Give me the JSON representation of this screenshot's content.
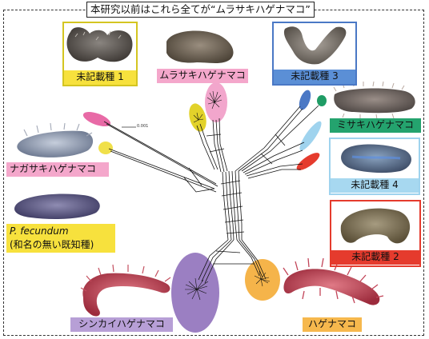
{
  "title": "本研究以前はこれら全てが“ムラサキハゲナマコ”",
  "scale_label": "0.001",
  "colors": {
    "undescribed1": "#d4c521",
    "murasaki": "#f3a3c9",
    "undescribed3": "#4a78c5",
    "misaki": "#22a06b",
    "undescribed4": "#9fd3ee",
    "undescribed2": "#e0352b",
    "nagasaki": "#e86aa6",
    "fecundum": "#f0e04a",
    "shinkai": "#9b7fc2",
    "hagenamako": "#f5b44a",
    "label_yellow": "#f7e13d",
    "label_pink": "#f4a7cb",
    "label_blue": "#5b8fd6",
    "label_green": "#24a36e",
    "label_lightblue": "#a7d8f0",
    "label_red": "#e53b2d",
    "label_purple": "#b79fd6",
    "label_orange": "#f6b84d"
  },
  "groups": [
    {
      "id": "undescribed-1",
      "label": "未記載種 1"
    },
    {
      "id": "murasaki",
      "label": "ムラサキハゲナマコ"
    },
    {
      "id": "undescribed-3",
      "label": "未記載種 3"
    },
    {
      "id": "misaki",
      "label": "ミサキハゲナマコ"
    },
    {
      "id": "nagasaki",
      "label": "ナガサキハゲナマコ"
    },
    {
      "id": "undescribed-4",
      "label": "未記載種 4"
    },
    {
      "id": "undescribed-2",
      "label": "未記載種 2"
    },
    {
      "id": "fecundum",
      "label_line1": "P. fecundum",
      "label_line2": "(和名の無い既知種)"
    },
    {
      "id": "shinkai",
      "label": "シンカイハゲナマコ"
    },
    {
      "id": "hagenamako",
      "label": "ハゲナマコ"
    }
  ]
}
